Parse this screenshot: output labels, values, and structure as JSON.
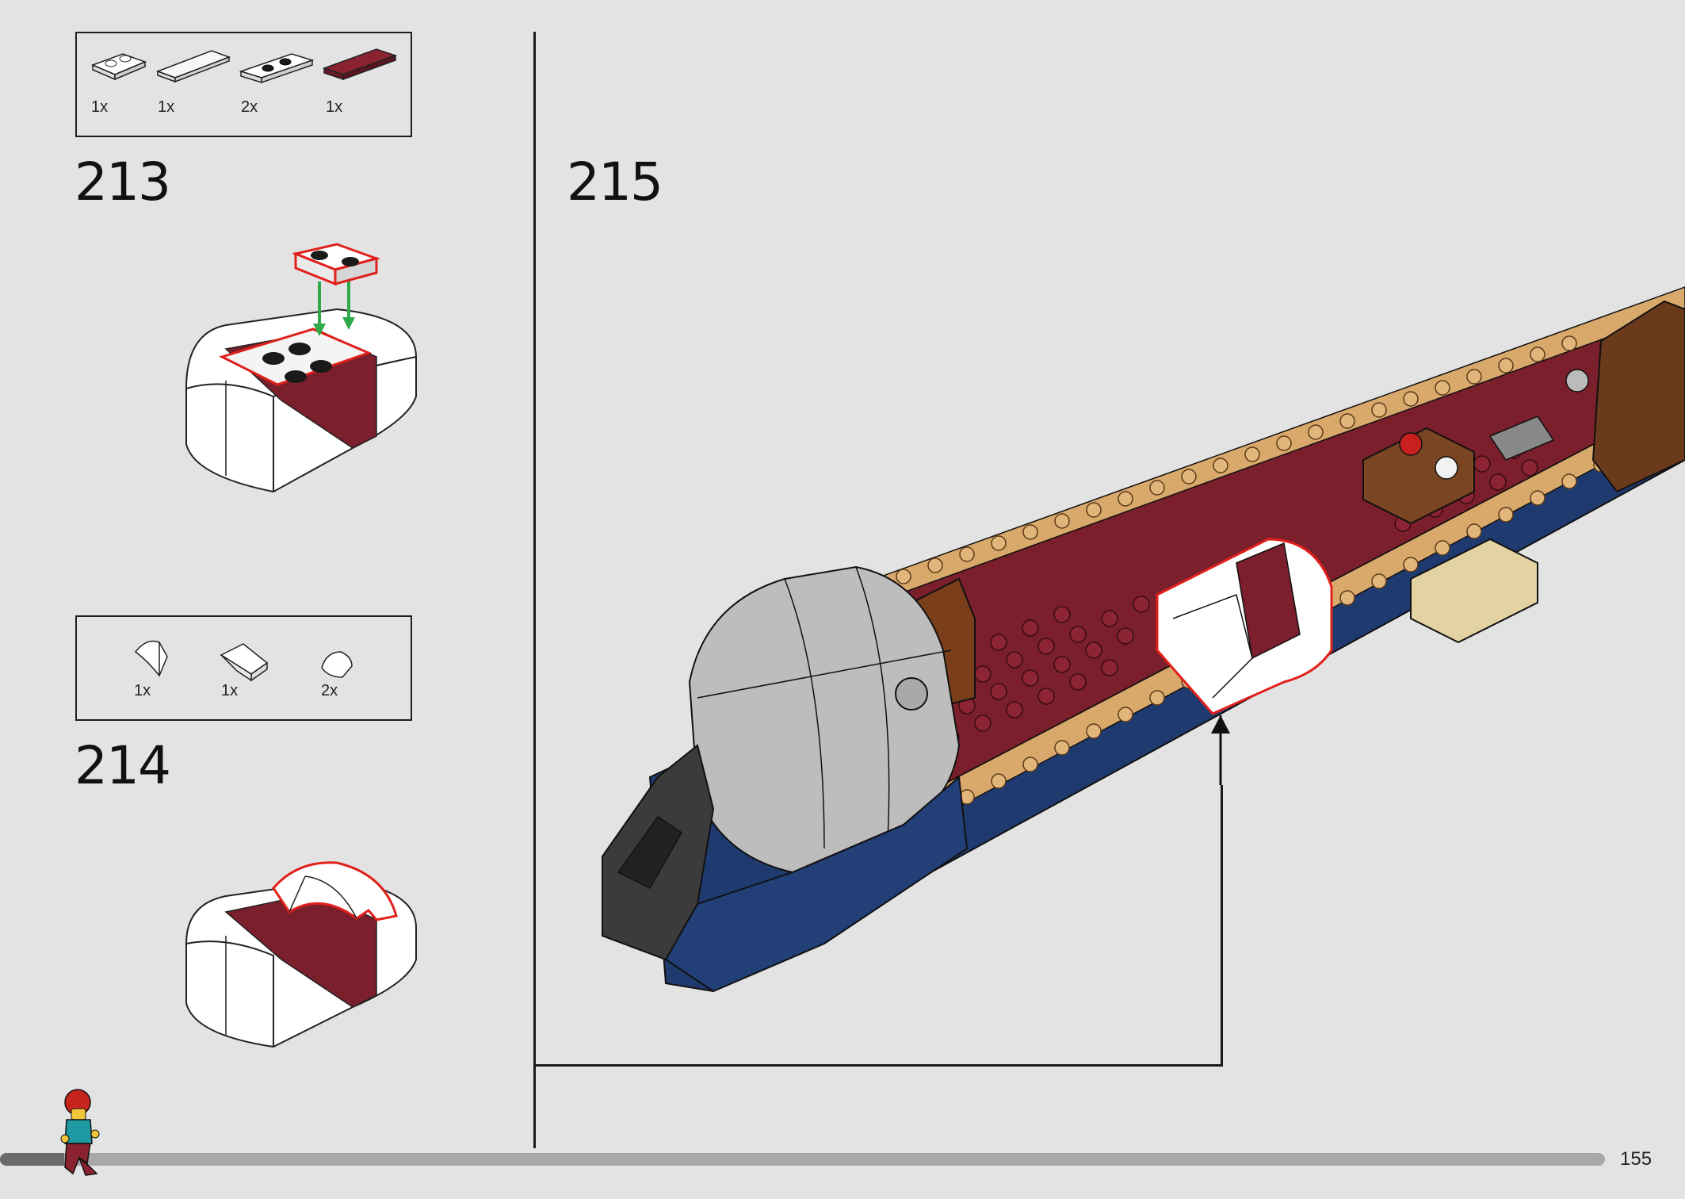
{
  "page": {
    "number": "155"
  },
  "colors": {
    "background": "#e3e3e3",
    "dark_red": "#7a1f2b",
    "dark_blue": "#1f3a6e",
    "tan": "#d9a86b",
    "highlight_red": "#e0201b",
    "arrow_green": "#2faa4a"
  },
  "steps": [
    {
      "number": "213",
      "parts": [
        {
          "qty": "1x",
          "icon": "plate-1x2-white-icon"
        },
        {
          "qty": "1x",
          "icon": "tile-1x4-white-icon"
        },
        {
          "qty": "2x",
          "icon": "plate-1x2-jumper-white-icon"
        },
        {
          "qty": "1x",
          "icon": "tile-1x4-dark-red-icon"
        }
      ]
    },
    {
      "number": "214",
      "parts": [
        {
          "qty": "1x",
          "icon": "slope-curved-white-icon"
        },
        {
          "qty": "1x",
          "icon": "wedge-white-icon"
        },
        {
          "qty": "2x",
          "icon": "slope-round-white-icon"
        }
      ]
    },
    {
      "number": "215",
      "parts": []
    }
  ],
  "progress": {
    "fraction": 0.04
  }
}
